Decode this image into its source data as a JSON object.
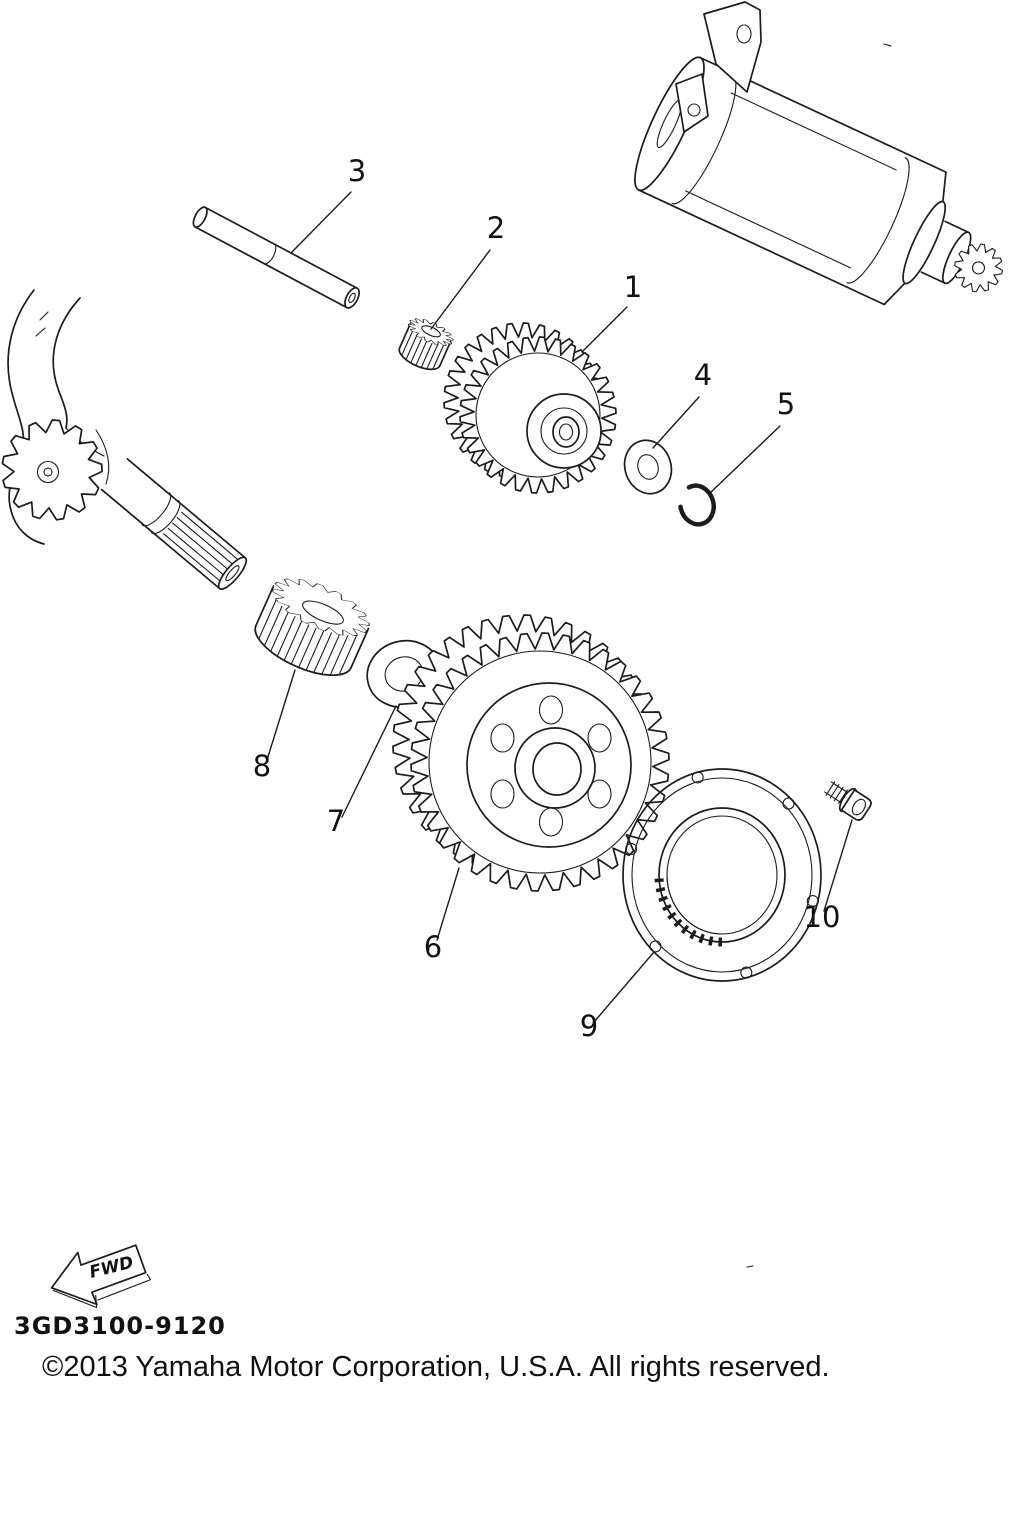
{
  "colors": {
    "background": "#ffffff",
    "ink": "#1c1c1c"
  },
  "diagram": {
    "callouts": [
      {
        "label": "1"
      },
      {
        "label": "2"
      },
      {
        "label": "3"
      },
      {
        "label": "4"
      },
      {
        "label": "5"
      },
      {
        "label": "6"
      },
      {
        "label": "7"
      },
      {
        "label": "8"
      },
      {
        "label": "9"
      },
      {
        "label": "10"
      }
    ],
    "fwd_arrow_label": "FWD",
    "footer": {
      "part_code": "3GD3100-9120",
      "copyright": "©2013 Yamaha Motor Corporation, U.S.A. All rights reserved."
    }
  }
}
